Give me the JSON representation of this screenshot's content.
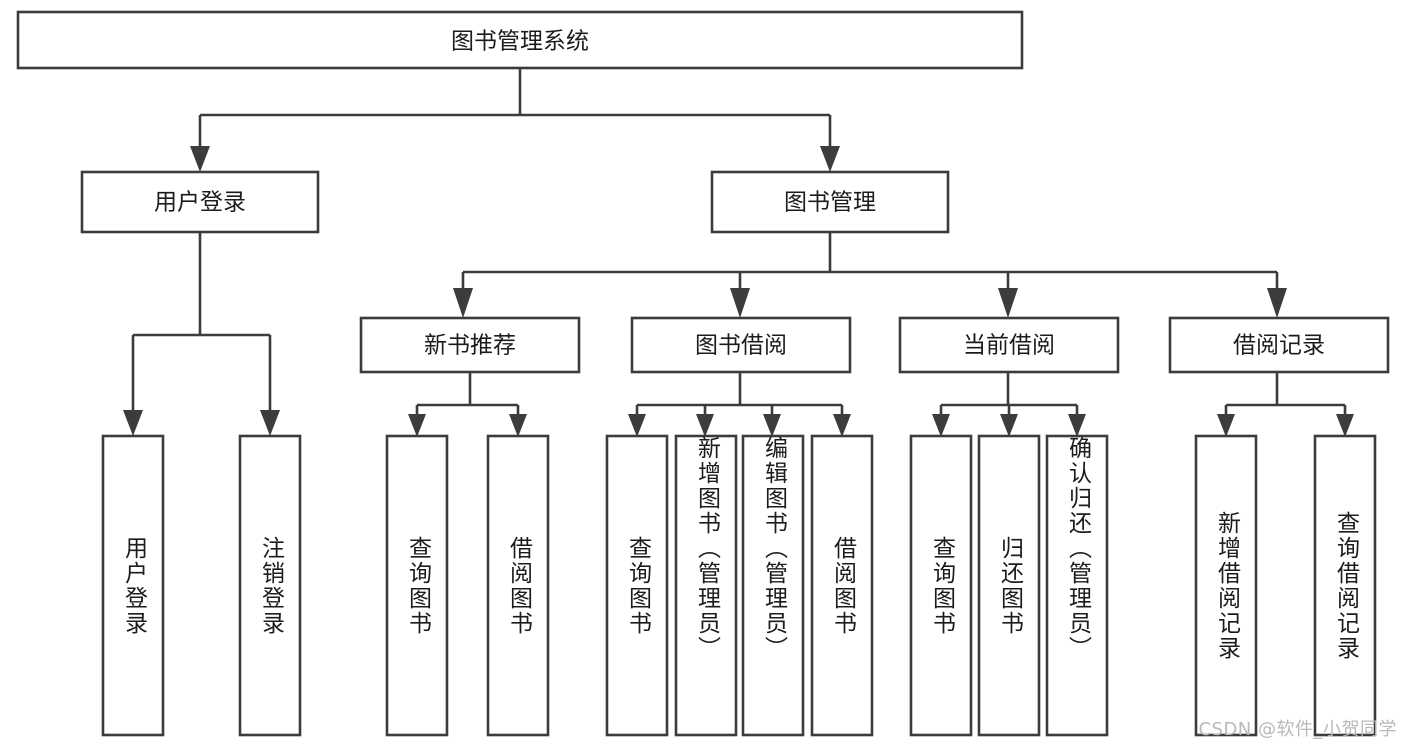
{
  "diagram": {
    "title": "图书管理系统",
    "type": "tree-hierarchy",
    "orientation": "top-down",
    "colors": {
      "background": "#ffffff",
      "box_fill": "#ffffff",
      "box_stroke": "#3c3c3c",
      "connector": "#3c3c3c",
      "text": "#1c1c1c",
      "watermark": "#b9b9b9"
    },
    "root": {
      "label": "图书管理系统"
    },
    "level2": [
      {
        "id": "user-login",
        "label": "用户登录"
      },
      {
        "id": "book-management",
        "label": "图书管理"
      }
    ],
    "level3": [
      {
        "id": "new-book-recommend",
        "label": "新书推荐"
      },
      {
        "id": "book-borrow",
        "label": "图书借阅"
      },
      {
        "id": "current-borrow",
        "label": "当前借阅"
      },
      {
        "id": "borrow-record",
        "label": "借阅记录"
      }
    ],
    "leaves": {
      "user_login": [
        {
          "id": "leaf-user-login",
          "label": "用户登录"
        },
        {
          "id": "leaf-logout-login",
          "label": "注销登录"
        }
      ],
      "new_book_recommend": [
        {
          "id": "leaf-query-book-1",
          "label": "查询图书"
        },
        {
          "id": "leaf-borrow-book-1",
          "label": "借阅图书"
        }
      ],
      "book_borrow": [
        {
          "id": "leaf-query-book-2",
          "label": "查询图书"
        },
        {
          "id": "leaf-add-book",
          "label": "新增图书（管理员）"
        },
        {
          "id": "leaf-edit-book",
          "label": "编辑图书（管理员）"
        },
        {
          "id": "leaf-borrow-book-2",
          "label": "借阅图书"
        }
      ],
      "current_borrow": [
        {
          "id": "leaf-query-book-3",
          "label": "查询图书"
        },
        {
          "id": "leaf-return-book",
          "label": "归还图书"
        },
        {
          "id": "leaf-confirm-return",
          "label": "确认归还（管理员）"
        }
      ],
      "borrow_record": [
        {
          "id": "leaf-add-record",
          "label": "新增借阅记录"
        },
        {
          "id": "leaf-query-record",
          "label": "查询借阅记录"
        }
      ]
    },
    "watermark": "CSDN @软件_小贺同学"
  }
}
